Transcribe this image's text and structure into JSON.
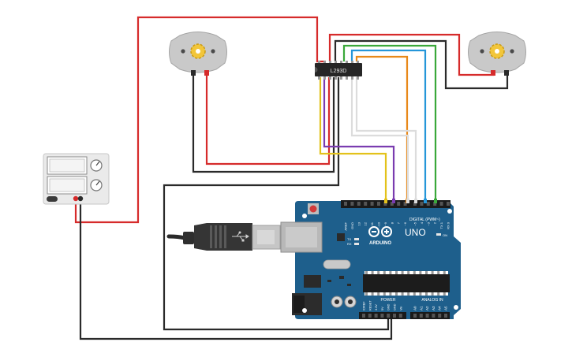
{
  "colors": {
    "wire_red": "#d62b2b",
    "wire_black": "#2a2a2a",
    "wire_yellow": "#e3c21b",
    "wire_purple": "#7a3cb0",
    "wire_orange": "#e8891a",
    "wire_blue": "#2596d9",
    "wire_green": "#3aa83a",
    "wire_white": "#dcdcdc",
    "board_blue": "#1e5f8c",
    "chip_black": "#262626"
  },
  "icons": {
    "motor": "dc-motor-icon",
    "power_supply": "power-supply-icon",
    "usb_cable": "usb-cable-icon",
    "reset": "reset-button-icon",
    "gear": "gear-icon"
  },
  "chip": {
    "label": "L293D"
  },
  "arduino": {
    "logo_text": "ARDUINO",
    "model": "UNO",
    "digital_label": "DIGITAL (PWM~)",
    "power_label": "POWER",
    "analog_label": "ANALOG IN",
    "on_label": "ON",
    "tx_label": "TX",
    "rx_label": "RX",
    "top_pins": [
      "AREF",
      "GND",
      "13",
      "12",
      "~11",
      "~10",
      "~9",
      "8",
      "7",
      "~6",
      "~5",
      "4",
      "~3",
      "2",
      "TX 1",
      "RX 0"
    ],
    "power_pins": [
      "IOREF",
      "RESET",
      "3.3V",
      "5V",
      "GND",
      "GND",
      "Vin"
    ],
    "analog_pins": [
      "A0",
      "A1",
      "A2",
      "A3",
      "A4",
      "A5"
    ]
  }
}
